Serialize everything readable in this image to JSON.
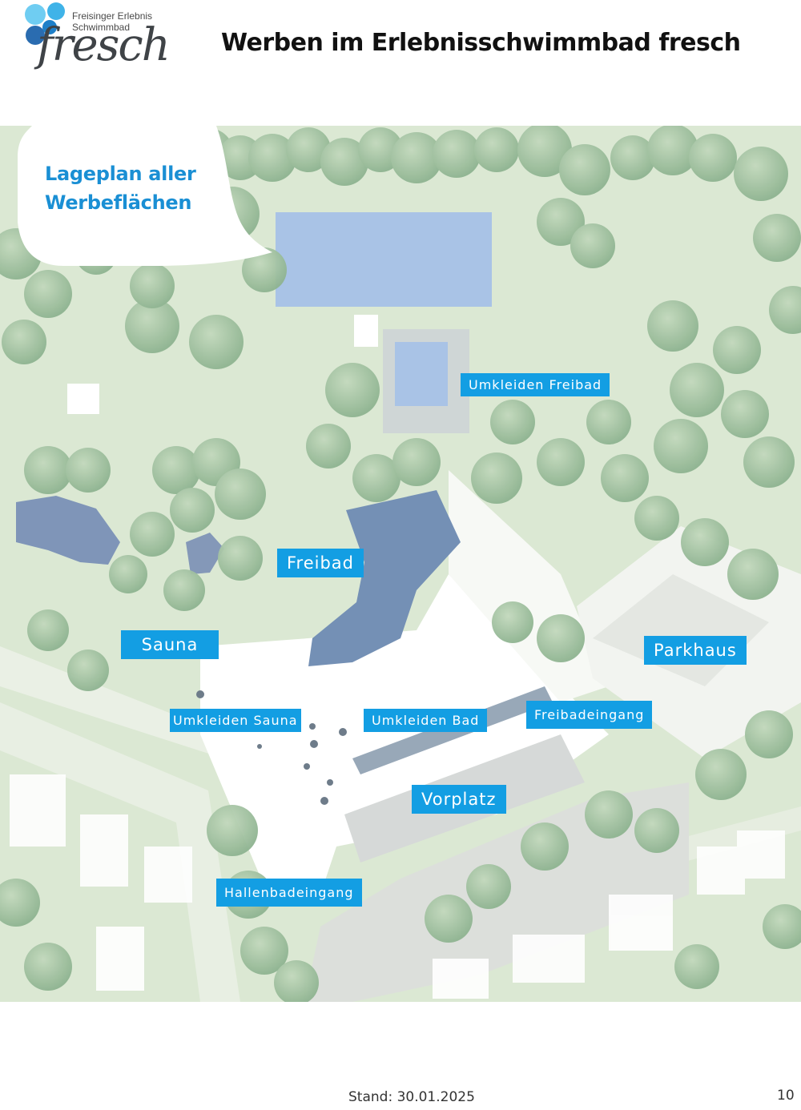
{
  "logo": {
    "line1": "Freisinger Erlebnis",
    "line2": "Schwimmbad",
    "wordmark": "fresch",
    "colors": [
      "#2a6cb0",
      "#3fb3e8",
      "#6fcdf2"
    ]
  },
  "header": {
    "title": "Werben im Erlebnisschwimmbad fresch"
  },
  "map": {
    "bubble_title": "Lageplan aller\nWerbeflächen",
    "label_color": "#139ee3",
    "labels": {
      "umkleiden_freibad": "Umkleiden Freibad",
      "freibad": "Freibad",
      "sauna": "Sauna",
      "parkhaus": "Parkhaus",
      "umkleiden_sauna": "Umkleiden Sauna",
      "umkleiden_bad": "Umkleiden Bad",
      "freibadeingang": "Freibadeingang",
      "vorplatz": "Vorplatz",
      "hallenbadeingang": "Hallenbadeingang"
    }
  },
  "footer": {
    "stand": "Stand: 30.01.2025",
    "page": "10"
  }
}
